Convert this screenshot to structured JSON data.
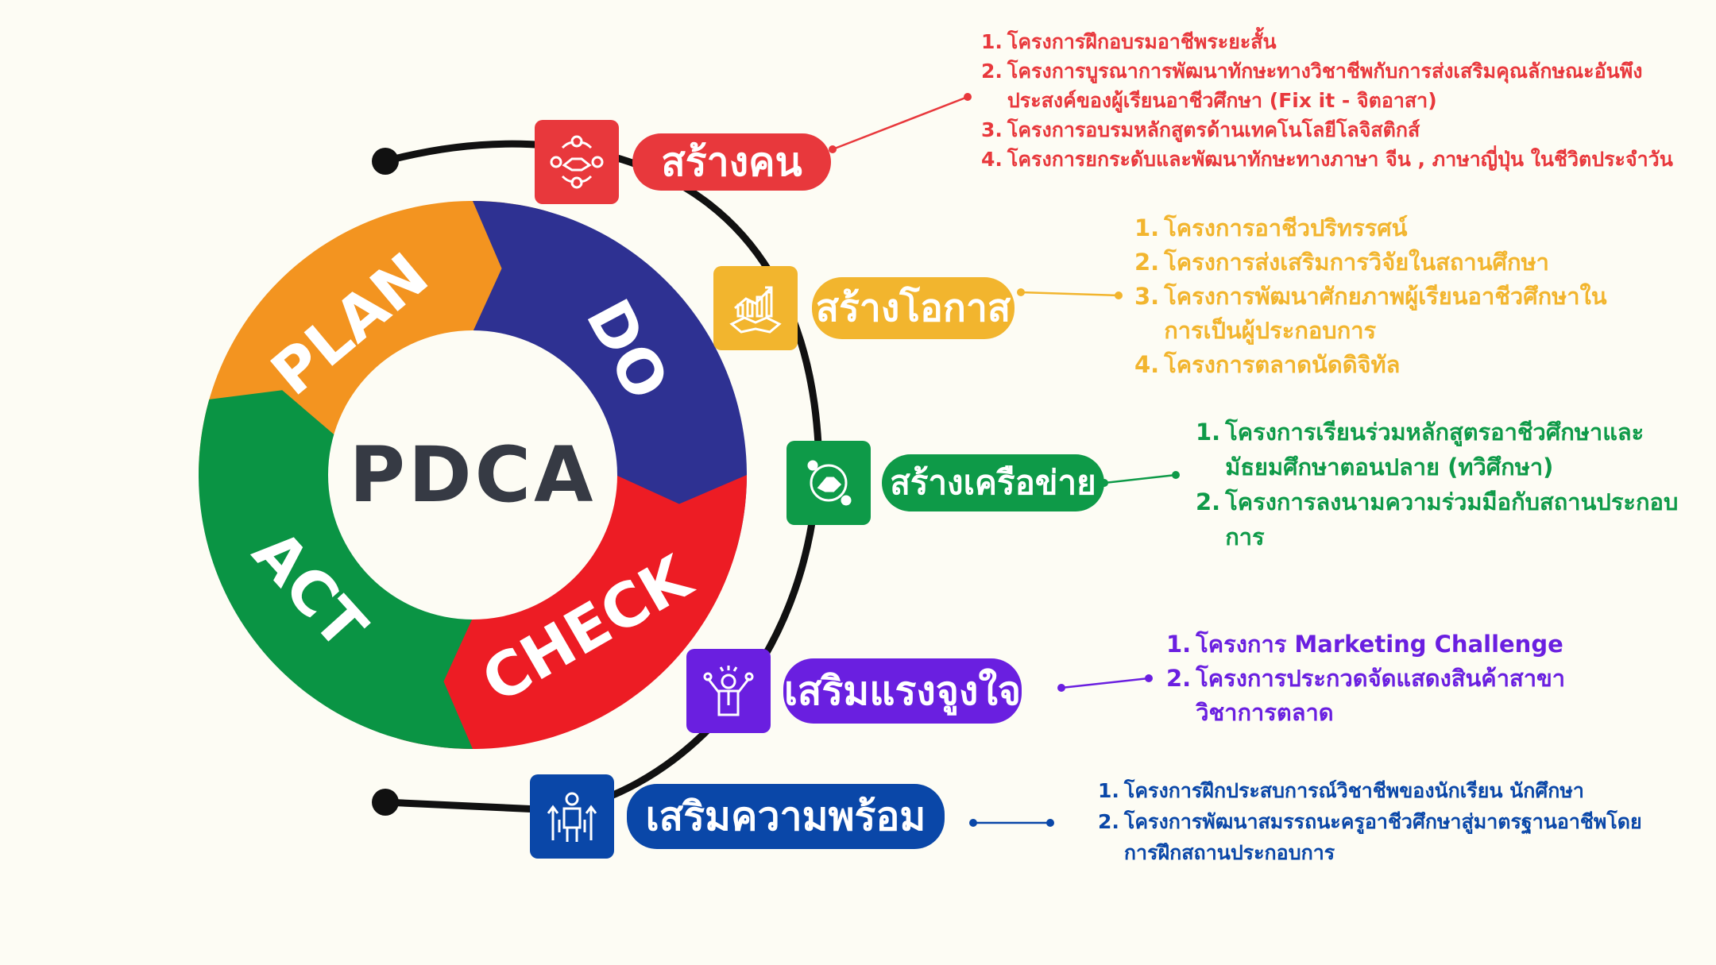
{
  "center_label": "PDCA",
  "cycle": [
    {
      "label": "PLAN",
      "color": "#f39420"
    },
    {
      "label": "DO",
      "color": "#2e3192"
    },
    {
      "label": "CHECK",
      "color": "#ed1c24"
    },
    {
      "label": "ACT",
      "color": "#0a9444"
    }
  ],
  "categories": [
    {
      "title": "สร้างคน",
      "color": "#e8383c",
      "icon": "handshake-people-icon",
      "items": [
        "โครงการฝึกอบรมอาชีพระยะสั้น",
        "โครงการบูรณาการพัฒนาทักษะทางวิชาชีพกับการส่งเสริมคุณลักษณะอันพึงประสงค์ของผู้เรียนอาชีวศึกษา (Fix it - จิตอาสา)",
        "โครงการอบรมหลักสูตรด้านเทคโนโลยีโลจิสติกส์",
        "โครงการยกระดับและพัฒนาทักษะทางภาษา จีน , ภาษาญี่ปุ่น ในชีวิตประจำวัน"
      ]
    },
    {
      "title": "สร้างโอกาส",
      "color": "#f2b52e",
      "icon": "growth-handshake-icon",
      "items": [
        "โครงการอาชีวปริทรรศน์",
        "โครงการส่งเสริมการวิจัยในสถานศึกษา",
        "โครงการพัฒนาศักยภาพผู้เรียนอาชีวศึกษาในการเป็นผู้ประกอบการ",
        "โครงการตลาดนัดดิจิทัล"
      ]
    },
    {
      "title": "สร้างเครือข่าย",
      "color": "#0e9a48",
      "icon": "network-handshake-icon",
      "items": [
        "โครงการเรียนร่วมหลักสูตรอาชีวศึกษาและมัธยมศึกษาตอนปลาย (ทวิศึกษา)",
        "โครงการลงนามความร่วมมือกับสถานประกอบการ"
      ]
    },
    {
      "title": "เสริมแรงจูงใจ",
      "color": "#6a1fe0",
      "icon": "motivated-person-icon",
      "items": [
        "โครงการ Marketing Challenge",
        "โครงการประกวดจัดแสดงสินค้าสาขาวิชาการตลาด"
      ]
    },
    {
      "title": "เสริมความพร้อม",
      "color": "#0a47a8",
      "icon": "ready-person-icon",
      "items": [
        "โครงการฝึกประสบการณ์วิชาชีพของนักเรียน นักศึกษา",
        "โครงการพัฒนาสมรรถนะครูอาชีวศึกษาสู่มาตรฐานอาชีพโดยการฝึกสถานประกอบการ"
      ]
    }
  ]
}
